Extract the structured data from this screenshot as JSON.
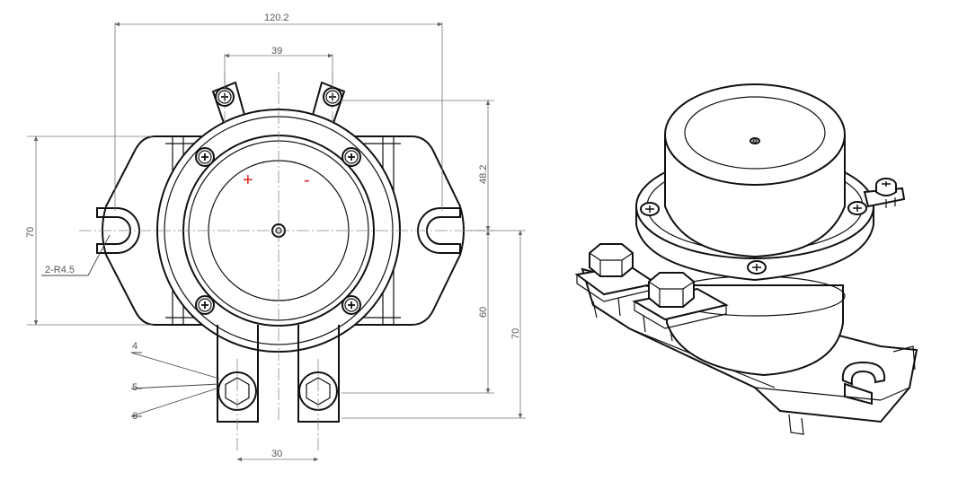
{
  "dimensions": {
    "overall_width": "120.2",
    "tab_spacing": "39",
    "tab_height": "48.2",
    "left_height": "70",
    "slot_radius": "2-R4.5",
    "terminal_height": "60",
    "right_height": "70",
    "terminal_spacing": "30"
  },
  "balloons": {
    "b4": "4",
    "b5": "5",
    "b6": "6"
  },
  "polarity": {
    "positive": "+",
    "negative": "-"
  },
  "colors": {
    "line": "#111111",
    "dimension": "#777777",
    "polarity": "#e02020"
  }
}
